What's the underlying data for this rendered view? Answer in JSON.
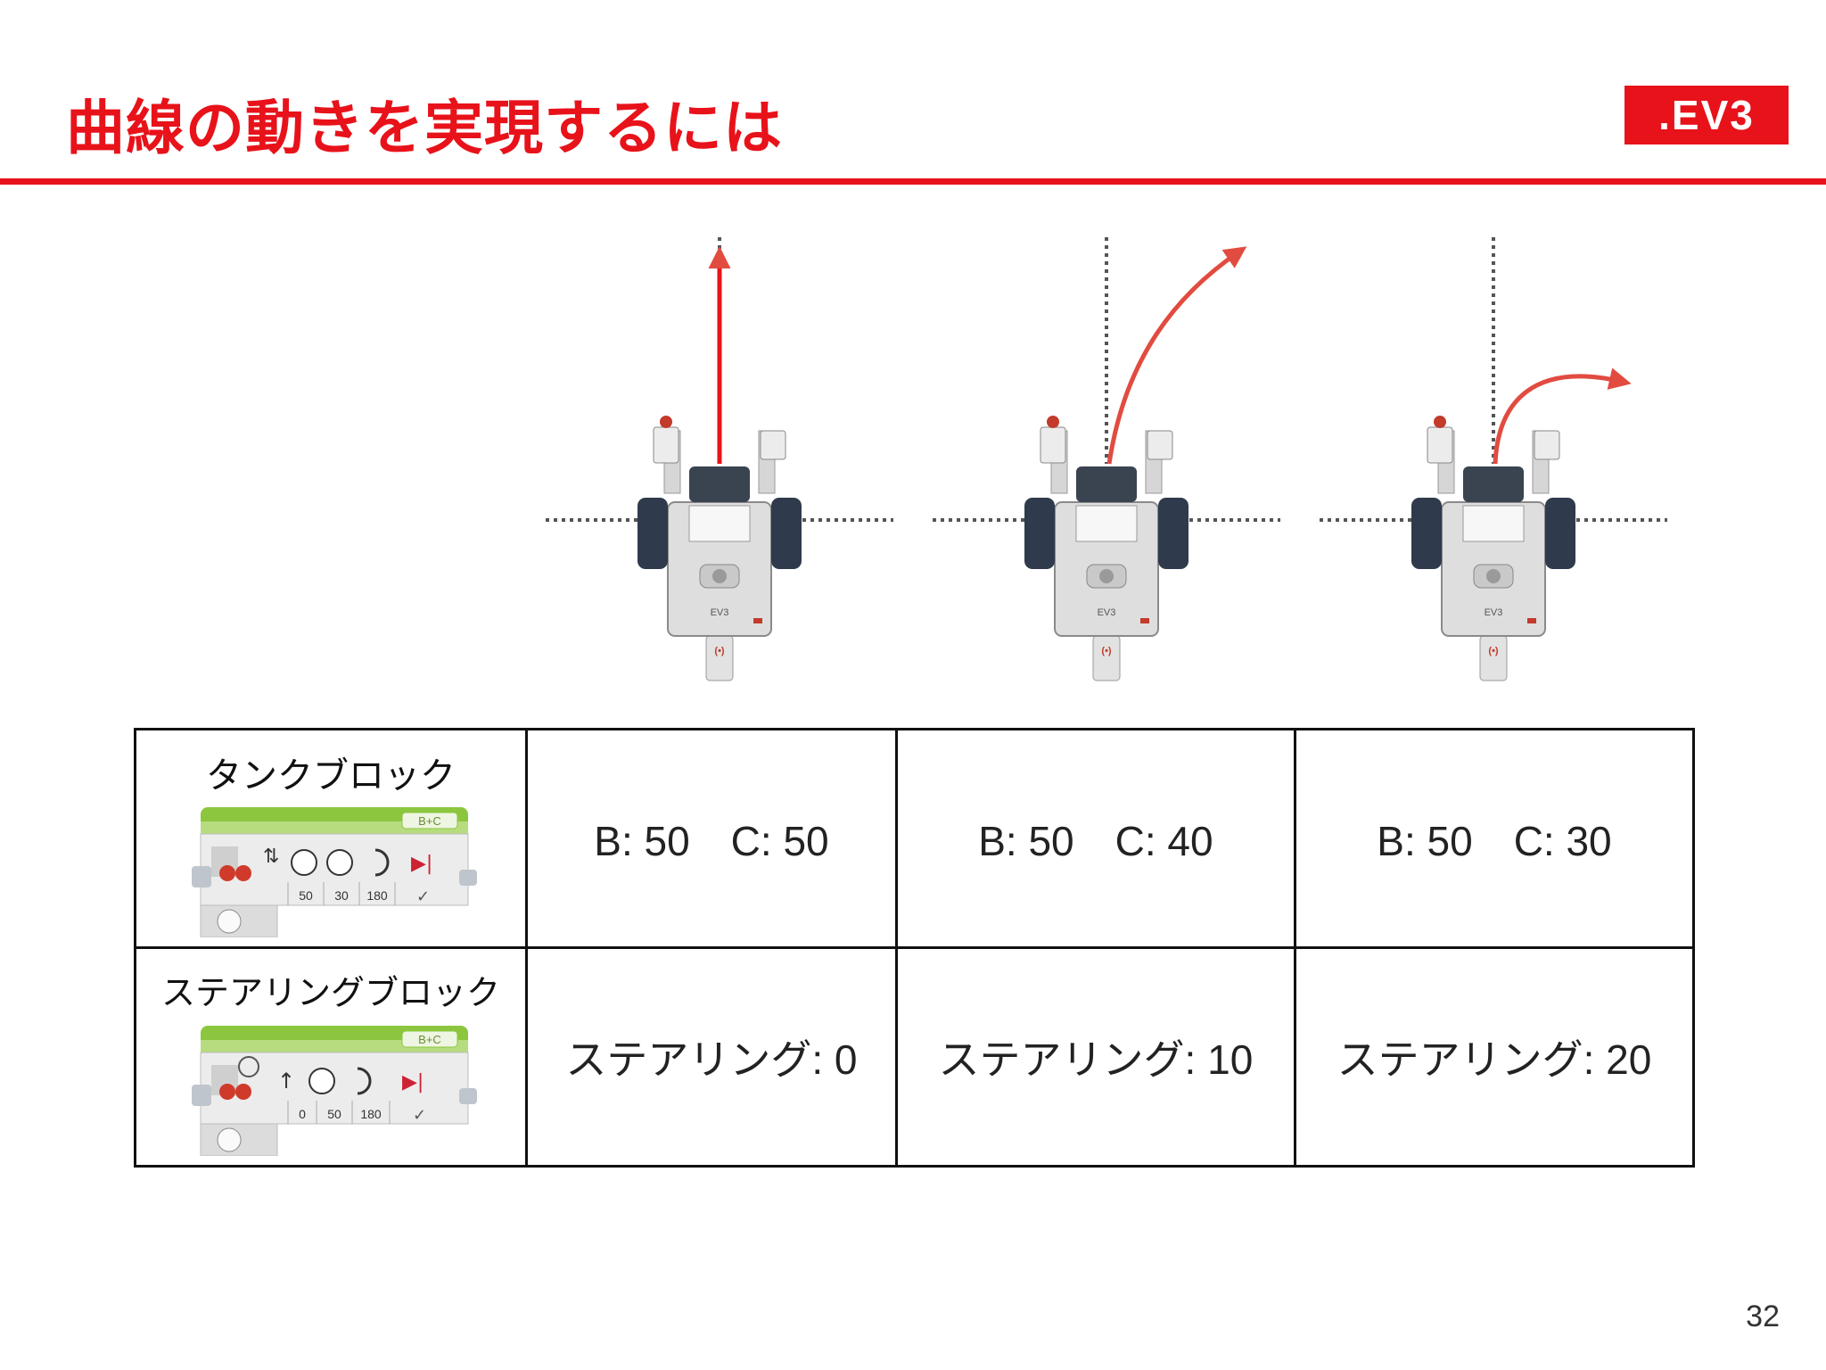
{
  "slide": {
    "title": "曲線の動きを実現するには",
    "logo": ".EV3",
    "page_number": "32",
    "accent": "#e8121a"
  },
  "robots": [
    {
      "robot_label": "EV3"
    },
    {
      "robot_label": "EV3"
    },
    {
      "robot_label": "EV3"
    }
  ],
  "table": {
    "rows": [
      {
        "header": "タンクブロック",
        "block": {
          "port": "B+C",
          "values": [
            "50",
            "30",
            "180"
          ]
        },
        "cells": [
          "B: 50　C: 50",
          "B: 50　C: 40",
          "B: 50　C: 30"
        ]
      },
      {
        "header": "ステアリングブロック",
        "block": {
          "port": "B+C",
          "values": [
            "0",
            "50",
            "180"
          ]
        },
        "cells": [
          "ステアリング: 0",
          "ステアリング: 10",
          "ステアリング: 20"
        ]
      }
    ]
  }
}
